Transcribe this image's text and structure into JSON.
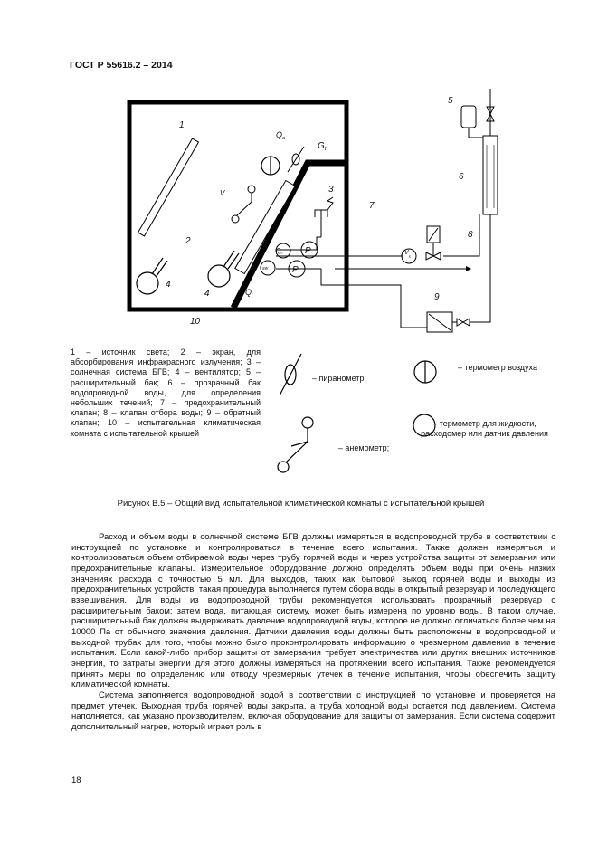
{
  "header": "ГОСТ Р 55616.2 – 2014",
  "figure": {
    "labels": {
      "n1": "1",
      "n2": "2",
      "n3": "3",
      "n4a": "4",
      "n4b": "4",
      "n5": "5",
      "n6": "6",
      "n7": "7",
      "n8": "8",
      "n9": "9",
      "n10": "10",
      "v": "V",
      "p1": "P",
      "p2": "P",
      "qa": "Q",
      "qa_sub": "a",
      "ga": "G",
      "ga_sub": "t",
      "qc": "Q",
      "qc_sub": "c",
      "qi": "Q",
      "qi_sub": "i",
      "sw": "sw",
      "vs": "V",
      "vs_sub": "s"
    }
  },
  "legend_text": "1 – источник света; 2 – экран, для абсорбирования инфракрасного излучения; 3 – солнечная система БГВ; 4 – вентилятор; 5 – расширительный бак; 6 – прозрачный бак водопроводной воды, для определения небольших течений; 7 – предохранительный клапан; 8 – клапан отбора воды; 9 – обратный клапан; 10 – испытательная климатическая комната с испытательной крышей",
  "symbols": {
    "pyranometer": "– пиранометр;",
    "air_thermometer": "– термометр воздуха",
    "anemometer": "– анемометр;",
    "liquid_thermometer": "– термометр для жидкости, расходомер или датчик давления"
  },
  "caption": "Рисунок В.5 – Общий вид испытательной климатической комнаты с испытательной крышей",
  "paragraphs": [
    "Расход и объем воды в солнечной системе БГВ должны измеряться в водопроводной трубе в соответствии с инструкцией по установке и контролироваться в течение всего испытания. Также должен измеряться и контролироваться объем отбираемой воды через трубу горячей воды и через устройства защиты от замерзания или предохранительные клапаны. Измерительное оборудование должно определять объем воды при очень низких значениях расхода с точностью 5 мл. Для выходов, таких как бытовой выход горячей воды и выходы из предохранительных устройств, такая процедура выполняется путем сбора воды в открытый резервуар и последующего взвешивания. Для воды из водопроводной трубы рекомендуется использовать прозрачный резервуар с расширительным баком; затем вода, питающая систему, может быть измерена по уровню воды. В таком случае, расширительный бак должен выдерживать давление водопроводной воды, которое не должно отличаться более чем на 10000 Па от обычного значения давления. Датчики давления воды должны быть расположены в водопроводной и выходной трубах для того, чтобы можно было проконтролировать информацию о чрезмерном давлении в течение испытания. Если какой-либо прибор защиты от замерзания требует электричества или других внешних источников энергии, то затраты энергии для этого должны измеряться на протяжении всего испытания. Также рекомендуется принять меры по определению или отводу чрезмерных утечек в течение испытания, чтобы обеспечить защиту климатической комнаты.",
    "Система заполняется водопроводной водой в соответствии с инструкцией по установке и проверяется на предмет утечек. Выходная труба горячей воды закрыта, а труба холодной воды остается под давлением. Система наполняется, как указано производителем, включая оборудование для защиты от замерзания. Если система содержит дополнительный нагрев, который играет роль в"
  ],
  "page_number": "18"
}
